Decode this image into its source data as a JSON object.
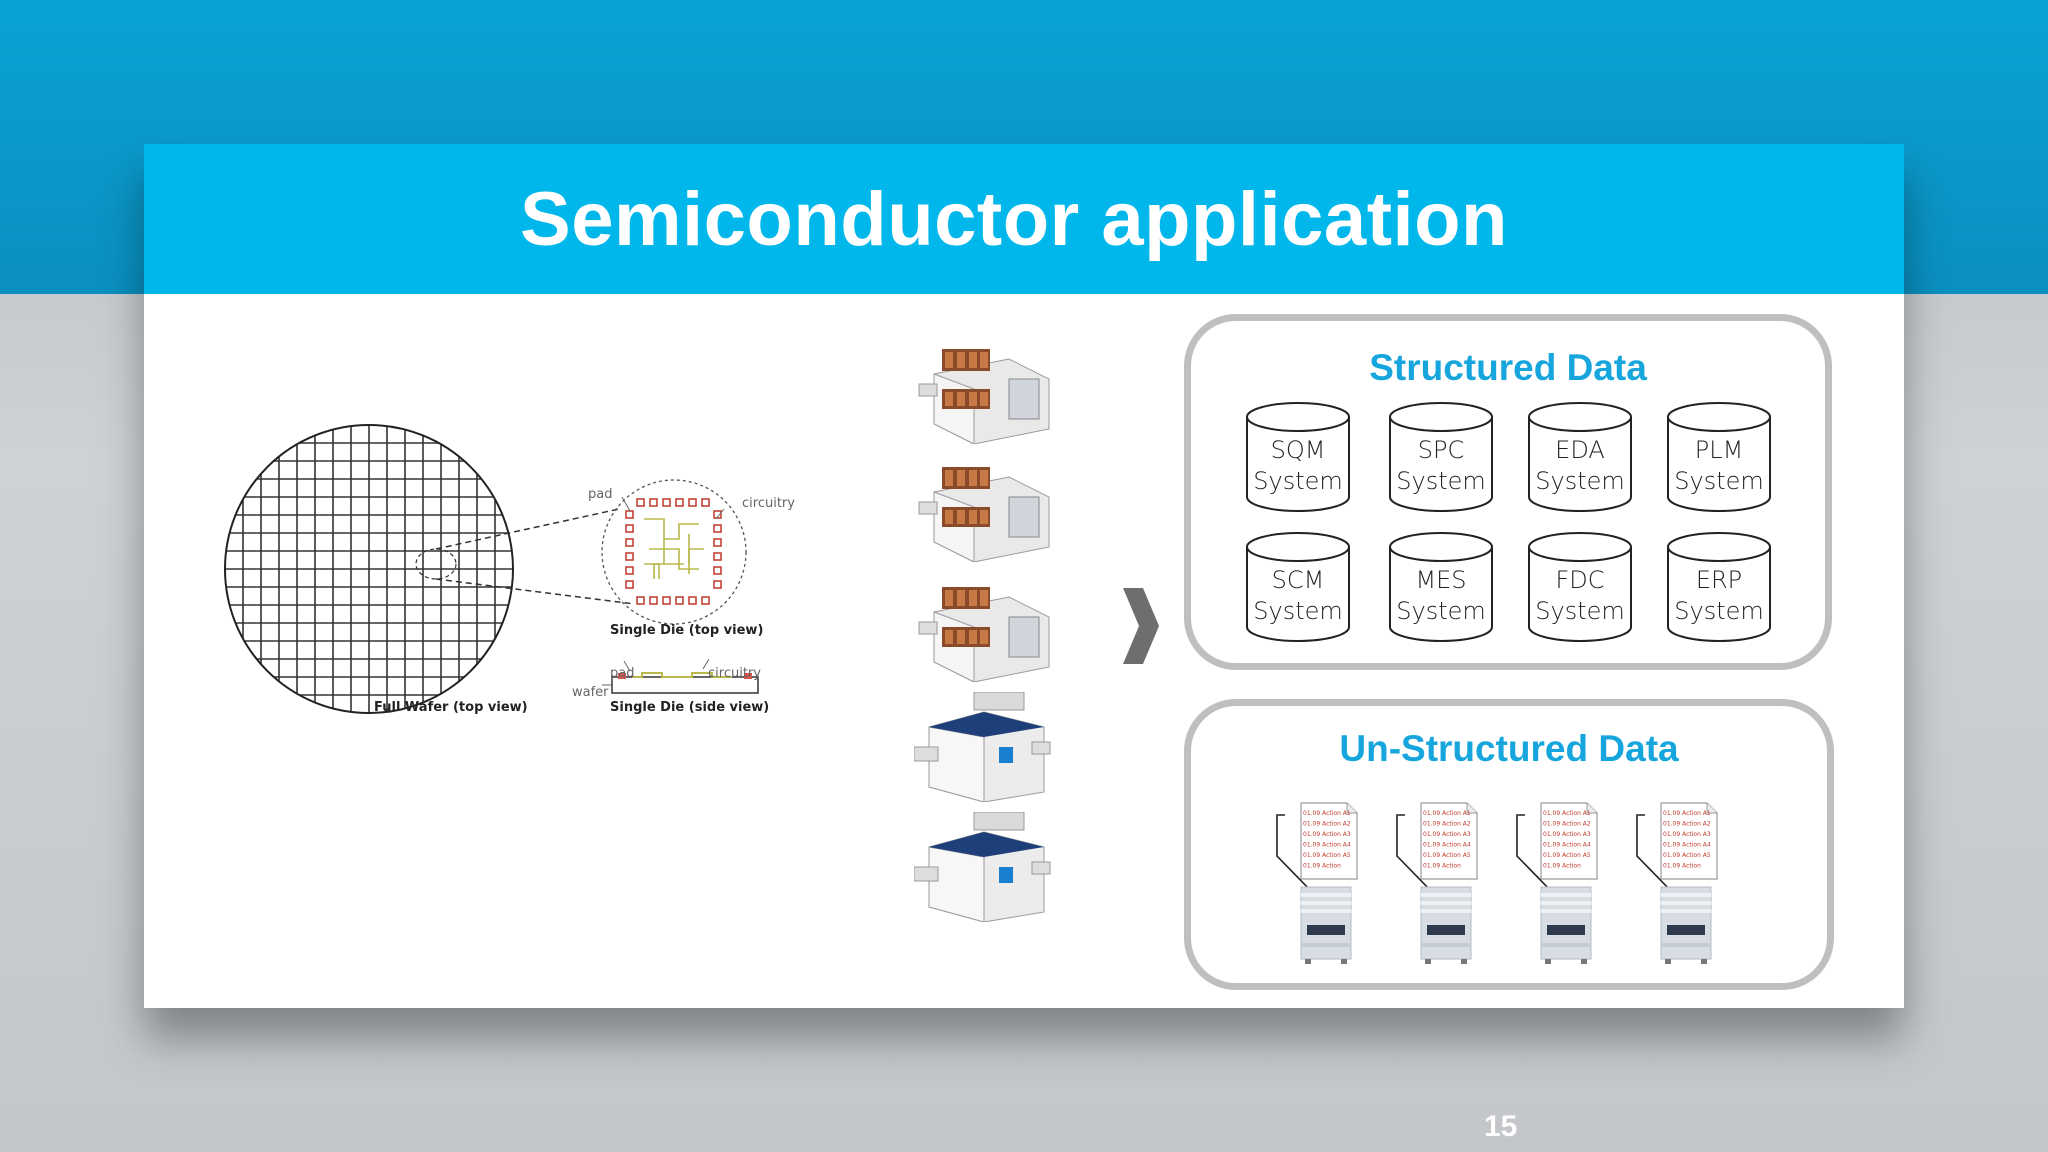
{
  "slide": {
    "title": "Semiconductor application",
    "page_number": "15"
  },
  "wafer_diagram": {
    "full_wafer_label": "Full Wafer  (top view)",
    "die_top_label": "Single Die  (top view)",
    "die_side_label": "Single Die  (side view)",
    "pad_label": "pad",
    "circuitry_label": "circuitry",
    "wafer_label": "wafer"
  },
  "equipment": {
    "machines": [
      "wafer-handler-machine",
      "wafer-handler-machine",
      "wafer-handler-machine",
      "inspection-machine",
      "inspection-machine"
    ]
  },
  "structured": {
    "title": "Structured Data",
    "systems": [
      {
        "name": "SQM",
        "suffix": "System"
      },
      {
        "name": "SPC",
        "suffix": "System"
      },
      {
        "name": "EDA",
        "suffix": "System"
      },
      {
        "name": "PLM",
        "suffix": "System"
      },
      {
        "name": "SCM",
        "suffix": "System"
      },
      {
        "name": "MES",
        "suffix": "System"
      },
      {
        "name": "FDC",
        "suffix": "System"
      },
      {
        "name": "ERP",
        "suffix": "System"
      }
    ]
  },
  "unstructured": {
    "title": "Un-Structured Data",
    "log_lines": [
      "01.09 Action A1",
      "01.09 Action A2",
      "01.09 Action A3",
      "01.09 Action A4",
      "01.09 Action A5",
      "01.09 Action"
    ]
  },
  "colors": {
    "top_band": "#0a9bcd",
    "title_bar": "#00b7ec",
    "panel_title": "#16a6dd",
    "panel_border": "#bfbfbf"
  }
}
